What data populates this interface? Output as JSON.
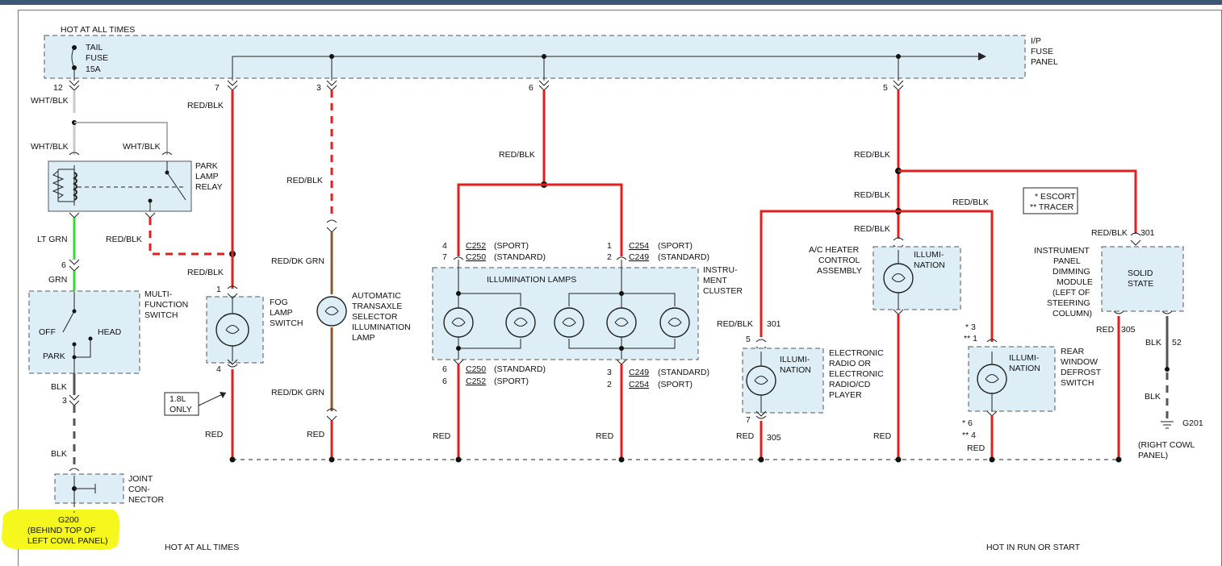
{
  "colors": {
    "red_wire": "#e41d1d",
    "brown_wire": "#8a5a2b",
    "green_wire": "#35d935",
    "component_fill": "#ddeef7",
    "highlight": "#f6f81d"
  },
  "labels": {
    "hot_at_all_times_top": "HOT AT ALL TIMES",
    "hot_at_all_times_bottom": "HOT AT ALL TIMES",
    "hot_in_run_or_start": "HOT IN RUN OR START",
    "tail_fuse": [
      "TAIL",
      "FUSE",
      "15A"
    ],
    "ip_fuse_panel": [
      "I/P",
      "FUSE",
      "PANEL"
    ],
    "park_lamp_relay": [
      "PARK",
      "LAMP",
      "RELAY"
    ],
    "multi_function_switch": [
      "MULTI-",
      "FUNCTION",
      "SWITCH"
    ],
    "switch_off": "OFF",
    "switch_head": "HEAD",
    "switch_park": "PARK",
    "joint_connector": [
      "JOINT",
      "CON-",
      "NECTOR"
    ],
    "g200": [
      "G200",
      "(BEHIND TOP OF",
      "LEFT COWL PANEL)"
    ],
    "fog_lamp_switch": [
      "FOG",
      "LAMP",
      "SWITCH"
    ],
    "engine_note": [
      "1.8L",
      "ONLY"
    ],
    "atx_lamp": [
      "AUTOMATIC",
      "TRANSAXLE",
      "SELECTOR",
      "ILLUMINATION",
      "LAMP"
    ],
    "illumination_lamps": "ILLUMINATION LAMPS",
    "instrument_cluster": [
      "INSTRU-",
      "MENT",
      "CLUSTER"
    ],
    "illumination": [
      "ILLUMI-",
      "NATION"
    ],
    "radio": [
      "ELECTRONIC",
      "RADIO OR",
      "ELECTRONIC",
      "RADIO/CD",
      "PLAYER"
    ],
    "ac_heater": [
      "A/C HEATER",
      "CONTROL",
      "ASSEMBLY"
    ],
    "rear_defrost": [
      "REAR",
      "WINDOW",
      "DEFROST",
      "SWITCH"
    ],
    "legend": [
      "* ESCORT",
      "** TRACER"
    ],
    "dimming_module": [
      "INSTRUMENT",
      "PANEL",
      "DIMMING",
      "MODULE",
      "(LEFT OF",
      "STEERING",
      "COLUMN)"
    ],
    "solid_state": [
      "SOLID",
      "STATE"
    ],
    "g201": "G201",
    "right_cowl": [
      "(RIGHT COWL",
      "PANEL)"
    ]
  },
  "wires": {
    "wht_blk": "WHT/BLK",
    "lt_grn": "LT GRN",
    "grn": "GRN",
    "blk": "BLK",
    "red_blk": "RED/BLK",
    "red_dk_grn": "RED/DK GRN",
    "red": "RED"
  },
  "pins": {
    "p12": "12",
    "p7": "7",
    "p3": "3",
    "p6": "6",
    "p5": "5",
    "p1": "1",
    "p4": "4",
    "p2": "2",
    "p301": "301",
    "p305": "305",
    "p52": "52",
    "s3": "*  3",
    "s1": "**  1",
    "s6": "*  6",
    "s4": "**  4"
  },
  "connectors": {
    "c252": "C252",
    "c250": "C250",
    "c254": "C254",
    "c249": "C249",
    "sport": "(SPORT)",
    "standard": "(STANDARD)"
  }
}
